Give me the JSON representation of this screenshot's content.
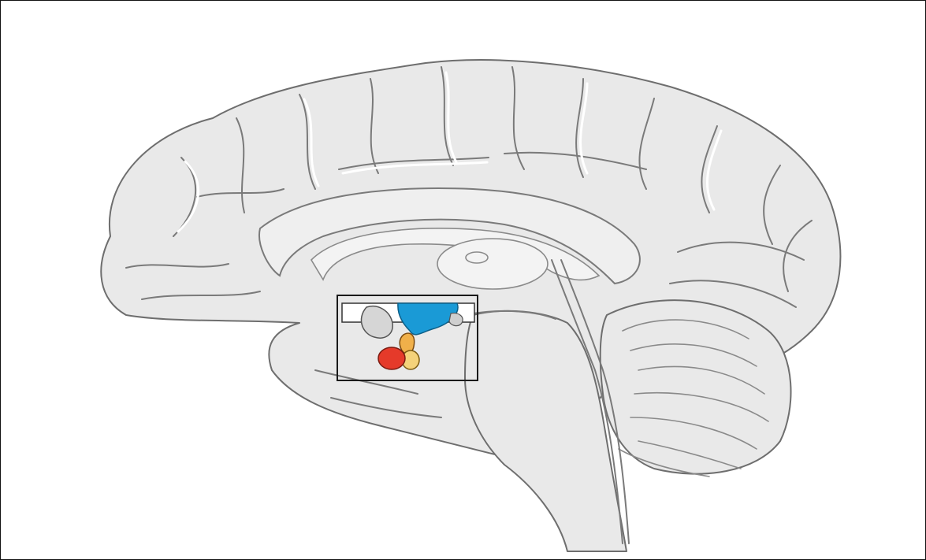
{
  "figure": {
    "subject": "sagittal-brain-section",
    "highlight_inset": {
      "regions": [
        {
          "id": "hypothalamus",
          "color": "#1a9ad6"
        },
        {
          "id": "pituitary-anterior",
          "color": "#e53a2a"
        },
        {
          "id": "pituitary-posterior",
          "color": "#f4d27a"
        },
        {
          "id": "pituitary-stalk",
          "color": "#f0b04a"
        }
      ]
    },
    "colors": {
      "brain_fill": "#e9e9e9",
      "outline": "#6e6e6e",
      "frame": "#111111",
      "inset_border": "#1a1a1a"
    }
  }
}
